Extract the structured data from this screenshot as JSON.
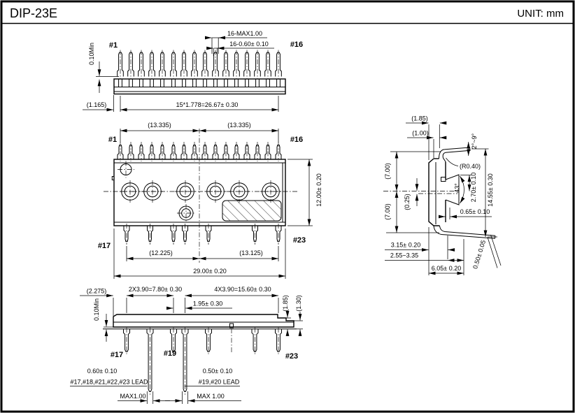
{
  "title": "DIP-23E",
  "unit": "UNIT: mm",
  "top_view": {
    "pin1": "#1",
    "pin16": "#16",
    "dim_standoff": "0.10Min",
    "dim_pin_max_width": "16-MAX1.00",
    "dim_pin_width": "16-0.60± 0.10",
    "dim_edge_offset": "(1.165)",
    "dim_pitch_total": "15*1.778=26.67± 0.30"
  },
  "front_view": {
    "pin1": "#1",
    "pin16": "#16",
    "pin17": "#17",
    "pin23": "#23",
    "dim_half_left": "(13.335)",
    "dim_half_right": "(13.335)",
    "dim_height": "12.00± 0.20",
    "dim_bottom_left": "(12.225)",
    "dim_bottom_right": "(13.125)",
    "dim_width": "29.00± 0.20"
  },
  "side_view": {
    "dim_top_step": "(1.85)",
    "dim_top_step2": "(1.00)",
    "lead_angle": "2°~9°",
    "bend_radius": "(R0.40)",
    "dim_upper_half": "(7.00)",
    "dim_lower_half": "(7.00)",
    "dim_center_offset": "(0.25)",
    "boss_angle": "43°",
    "dim_boss_height": "2.70± 0.10",
    "dim_total_height": "14.55± 0.30",
    "dim_boss_depth": "0.65± 0.10",
    "dim_body_thickness": "3.15± 0.20",
    "dim_lead_foot": "2.55~3.35",
    "dim_lead_span": "6.05± 0.20",
    "dim_lead_thickness": "0.50± 0.05"
  },
  "bottom_view": {
    "dim_edge_offset": "(2.275)",
    "dim_pitch_left": "2X3.90=7.80± 0.30",
    "dim_pitch_right": "4X3.90=15.60± 0.30",
    "dim_pitch_center": "1.95± 0.30",
    "dim_standoff": "0.10Min",
    "dim_step_a": "(1.85)",
    "dim_step_b": "(1.30)",
    "pin17": "#17",
    "pin19": "#19",
    "pin23": "#23",
    "lead_a_width": "0.60± 0.10",
    "lead_a_pins": "#17,#18,#21,#22,#23 LEAD",
    "lead_a_max": "MAX1.00",
    "lead_b_width": "0.50± 0.10",
    "lead_b_pins": "#19,#20 LEAD",
    "lead_b_max": "MAX 1.00"
  }
}
